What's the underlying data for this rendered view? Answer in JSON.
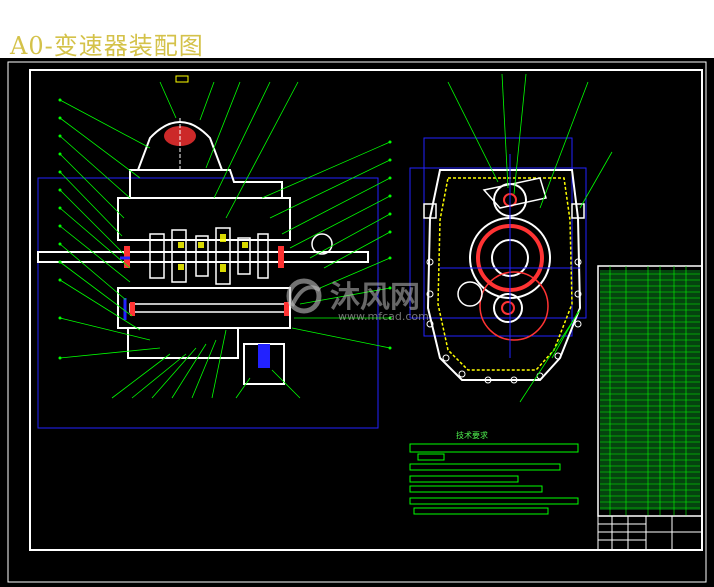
{
  "title": "A0-变速器装配图",
  "watermark": {
    "logo_icon": "mfcad-logo-icon",
    "name": "沐风网",
    "url": "www.mfcad.com"
  },
  "notes": {
    "heading": "技术要求"
  },
  "colors": {
    "background": "#000000",
    "border": "#ffffff",
    "line": "#00ff00",
    "outline": "#ffffff",
    "hatch": "#ffff00",
    "detail": "#ff3333",
    "view_box": "#2222ff",
    "title_color": "#d4c24a"
  }
}
